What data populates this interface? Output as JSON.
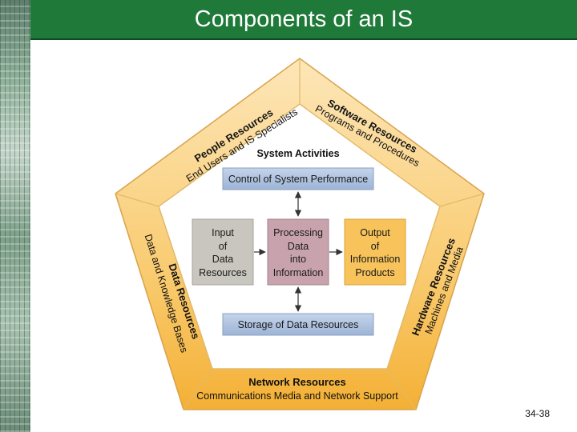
{
  "slide": {
    "title": "Components of an IS",
    "page_number": "34-38"
  },
  "diagram": {
    "center_title": "System Activities",
    "resources": {
      "people": {
        "title": "People Resources",
        "subtitle": "End Users and IS Specialists"
      },
      "software": {
        "title": "Software Resources",
        "subtitle": "Programs and Procedures"
      },
      "hardware": {
        "title": "Hardware Resources",
        "subtitle": "Machines and Media"
      },
      "network": {
        "title": "Network Resources",
        "subtitle": "Communications Media and Network Support"
      },
      "data": {
        "title": "Data Resources",
        "subtitle": "Data and Knowledge Bases"
      }
    },
    "control": "Control of System Performance",
    "storage": "Storage of Data Resources",
    "input": [
      "Input",
      "of",
      "Data",
      "Resources"
    ],
    "processing": [
      "Processing",
      "Data",
      "into",
      "Information"
    ],
    "output": [
      "Output",
      "of",
      "Information",
      "Products"
    ]
  },
  "colors": {
    "header_green": "#1f7a3a",
    "frame_orange": "#f6b840",
    "frame_light": "#fde3b0",
    "box_blue": "#a9bfdc",
    "box_gray": "#c9c6bf",
    "box_mauve": "#c8a3ad",
    "box_orange": "#f7c35a"
  }
}
